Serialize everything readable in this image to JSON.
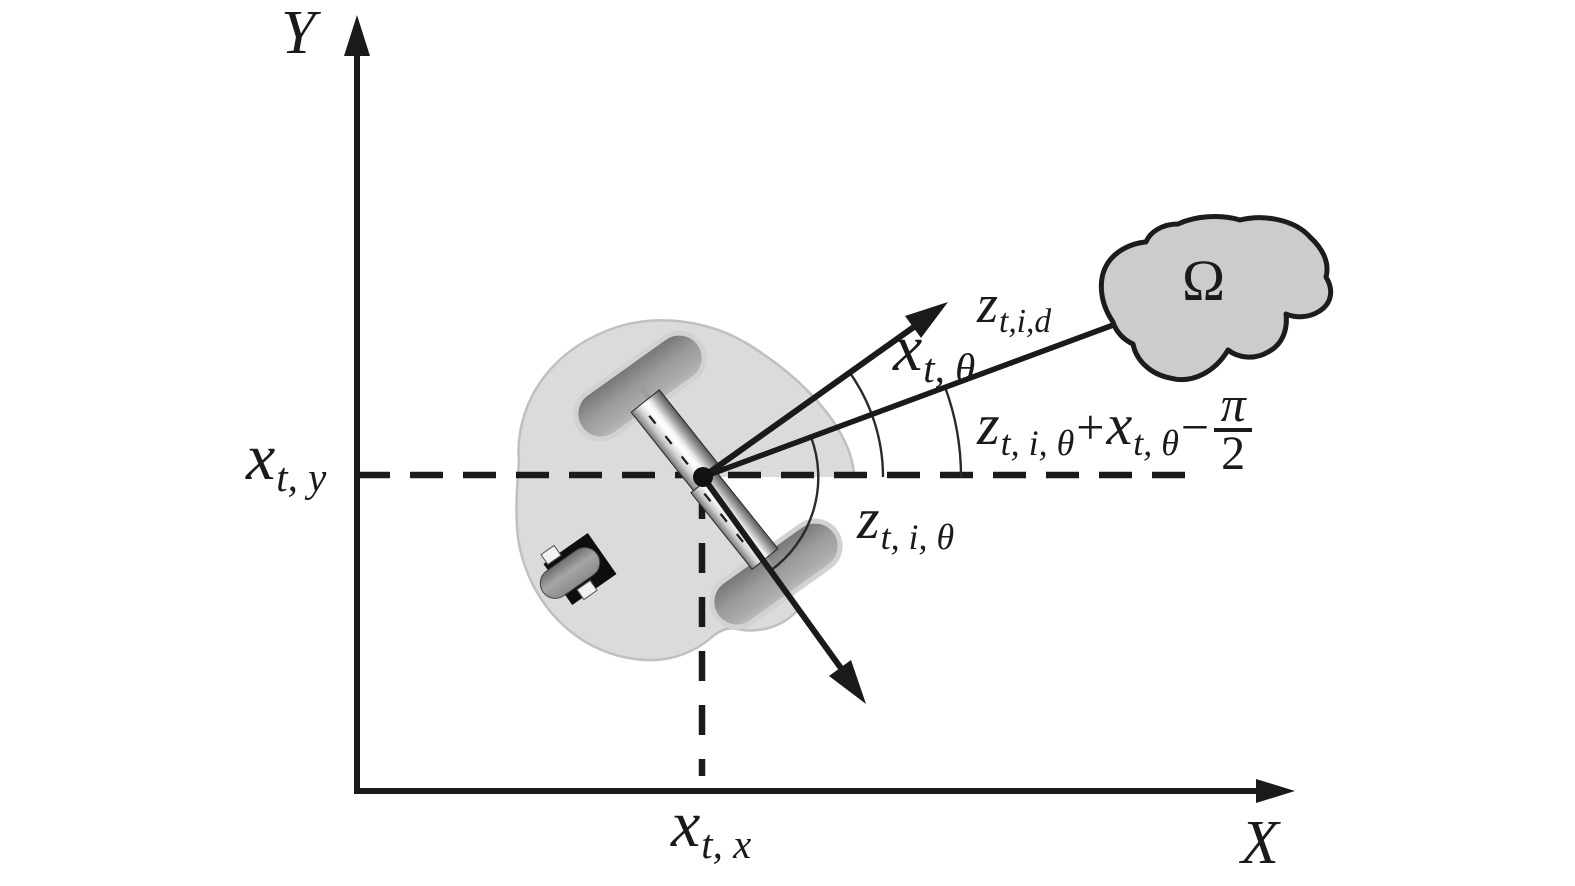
{
  "figure_type": "robot-landmark-measurement-diagram",
  "labels": {
    "y_axis": "Y",
    "x_axis": "X",
    "x_t_y": {
      "base": "x",
      "sub": "t, y"
    },
    "x_t_x": {
      "base": "x",
      "sub": "t, x"
    },
    "x_t_theta": {
      "base": "x",
      "sub": "t, θ"
    },
    "z_t_i_d": {
      "base": "z",
      "sub": "t,i,d"
    },
    "z_t_i_theta": {
      "base": "z",
      "sub": "t, i, θ"
    },
    "formula": {
      "term1_base": "z",
      "term1_sub": "t, i, θ",
      "op1": "+",
      "term2_base": "x",
      "term2_sub": "t, θ",
      "op2": "−",
      "frac_num": "π",
      "frac_den": "2"
    },
    "landmark": "Ω"
  },
  "colors": {
    "ink": "#1a1a1a",
    "body_fill": "#dbdbdb",
    "body_edge": "#c0c0c0",
    "blob_fill": "#cccccc",
    "blob_stroke": "#1c1c1c",
    "wheel_dark": "#737373",
    "wheel_light": "#bdbdbd"
  }
}
